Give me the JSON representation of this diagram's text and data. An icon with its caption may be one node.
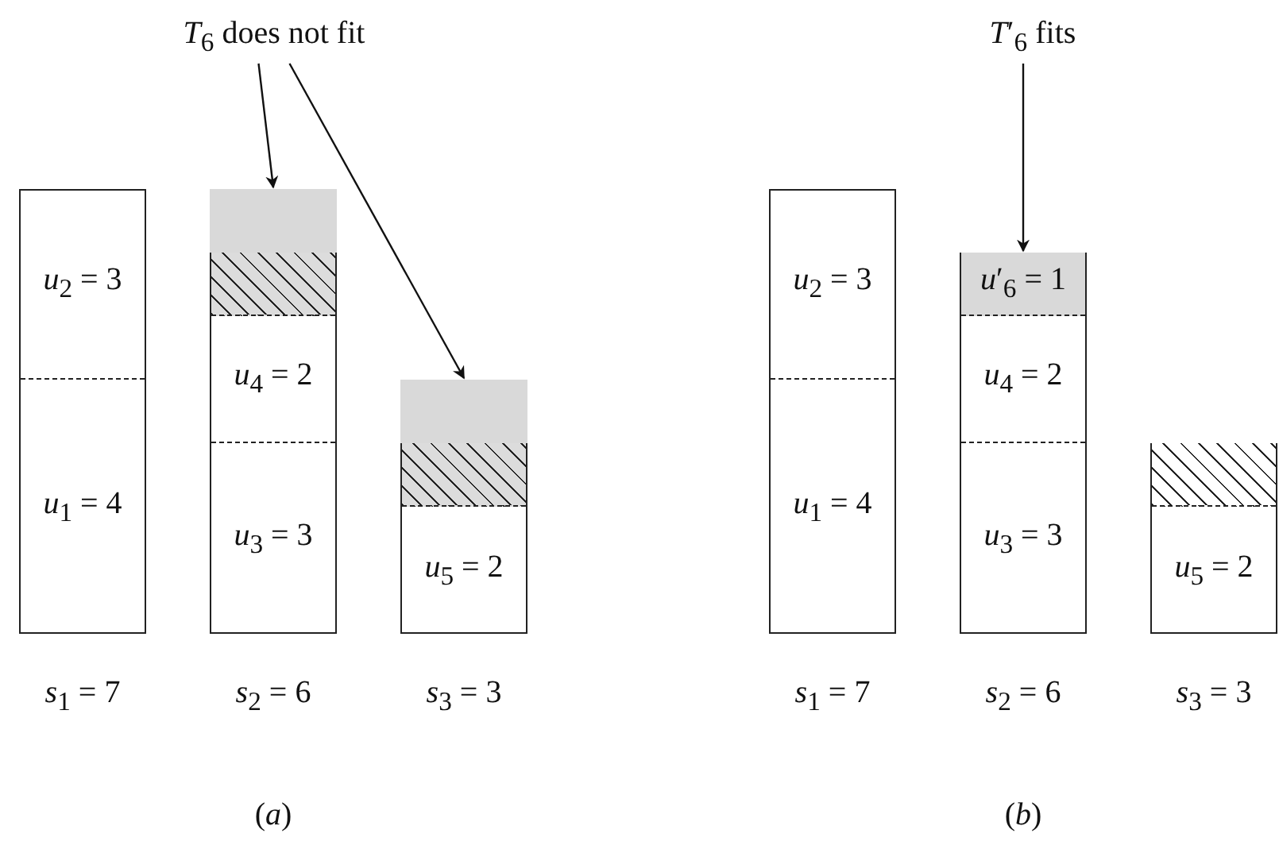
{
  "diagram": {
    "nodes": [
      {
        "text": [
          "*T*$_{6}$ does not fit"
        ]
      },
      {
        "text": [],
        "shape": "box"
      },
      {
        "text": [],
        "shape": "box"
      },
      {
        "text": [],
        "shape": "box",
        "beside": [
          "*s*$_{1}$ = 7"
        ]
      },
      {
        "text": [
          "*u*$_{2}$ = 3"
        ],
        "in": 3
      },
      {
        "text": [
          "*u*$_{1}$ = 4"
        ],
        "in": 3
      },
      {
        "text": [],
        "shape": "box",
        "beside": [
          "*s*$_{2}$ = 6"
        ]
      },
      {
        "text": [],
        "shape": "box",
        "in": 6
      },
      {
        "text": [
          "*u*$_{4}$ = 2"
        ],
        "in": 6
      },
      {
        "text": [
          "*u*$_{3}$ = 3"
        ],
        "in": 6
      },
      {
        "text": [],
        "shape": "box",
        "beside": [
          "*s*$_{3}$ = 3"
        ]
      },
      {
        "text": [],
        "shape": "box",
        "in": 10
      },
      {
        "text": [
          "*u*$_{5}$ = 2"
        ],
        "in": 10
      },
      {
        "text": [
          "*T*′$_{6}$ fits"
        ]
      },
      {
        "text": [],
        "shape": "box",
        "beside": [
          "*s*$_{1}$ = 7"
        ]
      },
      {
        "text": [
          "*u*$_{2}$ = 3"
        ],
        "in": 14
      },
      {
        "text": [
          "*u*$_{1}$ = 4"
        ],
        "in": 14
      },
      {
        "text": [],
        "shape": "box",
        "beside": [
          "*s*$_{2}$ = 6"
        ]
      },
      {
        "text": [
          "*u*′$_{6}$ = 1"
        ],
        "in": 17
      },
      {
        "text": [
          "*u*$_{4}$ = 2"
        ],
        "in": 17
      },
      {
        "text": [
          "*u*$_{3}$ = 3"
        ],
        "in": 17
      },
      {
        "text": [],
        "shape": "box",
        "beside": [
          "*s*$_{3}$ = 3"
        ]
      },
      {
        "text": [],
        "shape": "box",
        "in": 21
      },
      {
        "text": [
          "*u*$_{5}$ = 2"
        ],
        "in": 21
      }
    ],
    "edges": [
      {
        "from": 0,
        "to": 1,
        "arrow": "to"
      },
      {
        "from": 0,
        "to": 2,
        "arrow": "to"
      },
      {
        "from": 13,
        "to": 18,
        "arrow": "to"
      }
    ],
    "labels": [
      "(*a*)",
      "(*b*)"
    ]
  }
}
